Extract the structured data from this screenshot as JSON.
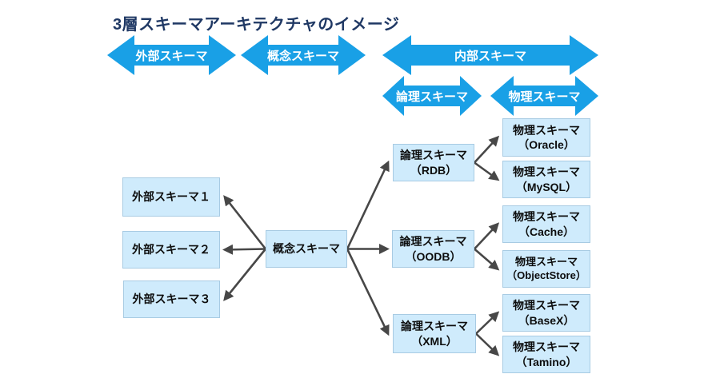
{
  "title": "3層スキーマアーキテクチャのイメージ",
  "colors": {
    "arrow_blue": "#19A0E6",
    "title_navy": "#1F3864",
    "box_fill": "#CFEBFC",
    "box_border": "#A8CBE3",
    "connector_gray": "#474747"
  },
  "layer_arrows": [
    {
      "id": "external",
      "label": "外部スキーマ"
    },
    {
      "id": "conceptual",
      "label": "概念スキーマ"
    },
    {
      "id": "internal",
      "label": "内部スキーマ"
    },
    {
      "id": "logical",
      "label": "論理スキーマ"
    },
    {
      "id": "physical",
      "label": "物理スキーマ"
    }
  ],
  "nodes": {
    "external1": {
      "line1": "外部スキーマ１"
    },
    "external2": {
      "line1": "外部スキーマ２"
    },
    "external3": {
      "line1": "外部スキーマ３"
    },
    "conceptual": {
      "line1": "概念スキーマ"
    },
    "logical_rdb": {
      "line1": "論理スキーマ",
      "line2": "（RDB）"
    },
    "logical_oodb": {
      "line1": "論理スキーマ",
      "line2": "（OODB）"
    },
    "logical_xml": {
      "line1": "論理スキーマ",
      "line2": "（XML）"
    },
    "physical_oracle": {
      "line1": "物理スキーマ",
      "line2": "（Oracle）"
    },
    "physical_mysql": {
      "line1": "物理スキーマ",
      "line2": "（MySQL）"
    },
    "physical_cache": {
      "line1": "物理スキーマ",
      "line2": "（Cache）"
    },
    "physical_objectstore": {
      "line1": "物理スキーマ",
      "line2": "（ObjectStore）"
    },
    "physical_basex": {
      "line1": "物理スキーマ",
      "line2": "（BaseX）"
    },
    "physical_tamino": {
      "line1": "物理スキーマ",
      "line2": "（Tamino）"
    }
  },
  "connections": [
    {
      "from": "conceptual",
      "to": "external1"
    },
    {
      "from": "conceptual",
      "to": "external2"
    },
    {
      "from": "conceptual",
      "to": "external3"
    },
    {
      "from": "conceptual",
      "to": "logical_rdb"
    },
    {
      "from": "conceptual",
      "to": "logical_oodb"
    },
    {
      "from": "conceptual",
      "to": "logical_xml"
    },
    {
      "from": "logical_rdb",
      "to": "physical_oracle"
    },
    {
      "from": "logical_rdb",
      "to": "physical_mysql"
    },
    {
      "from": "logical_oodb",
      "to": "physical_cache"
    },
    {
      "from": "logical_oodb",
      "to": "physical_objectstore"
    },
    {
      "from": "logical_xml",
      "to": "physical_basex"
    },
    {
      "from": "logical_xml",
      "to": "physical_tamino"
    }
  ]
}
